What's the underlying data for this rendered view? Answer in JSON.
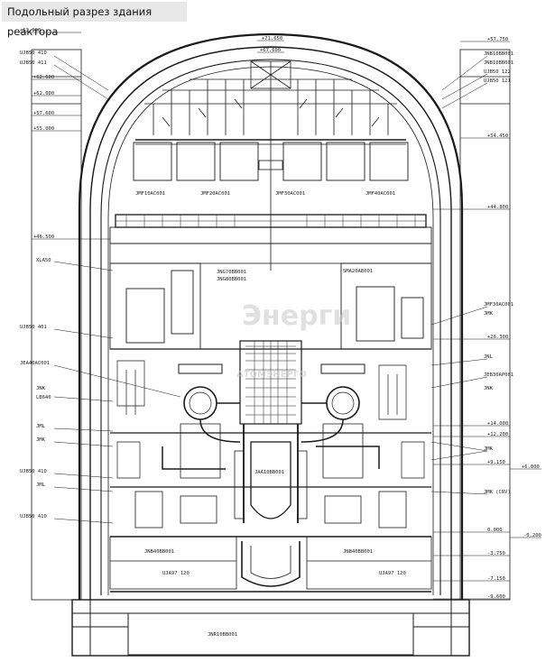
{
  "caption": "Подольный разрез здания реактора",
  "watermark": {
    "brand": "Энерги",
    "sub": "АТОМЭНЕРГО"
  },
  "elevations": {
    "top": "+71.650",
    "apex": "+67.600",
    "r1": "+57.750",
    "r2": "+54.450",
    "r3": "+44.800",
    "r4": "+26.300",
    "r5": "+14.000",
    "r6": "+12.200",
    "r7": "+9.150",
    "r8": "+6.000",
    "r9": "0.000",
    "r10": "-0.200",
    "r11": "-3.750",
    "r12": "-7.150",
    "r13": "-9.600",
    "l1": "+62.600",
    "l2": "+62.000",
    "l3": "+57.600",
    "l4": "+55.000",
    "l5": "+46.500",
    "l6": "+63.600"
  },
  "codes": {
    "left": [
      "UJB50 410",
      "UJB50 411",
      "XLA50",
      "UJB50 401",
      "JEA40AC001",
      "JNK",
      "LB640",
      "JML",
      "JMK",
      "UJB50 410",
      "JML",
      "UJB50 410"
    ],
    "right": [
      "JNB10BB001",
      "JNB10BB001",
      "UJB50 122",
      "UJB50 121",
      "JMF30AC001",
      "JMK",
      "JNL",
      "JEB30AP001",
      "JNK",
      "JMK",
      "JMK (CRV)"
    ],
    "center": [
      "JMF10AC001",
      "JMF20AC001",
      "JMF30AC001",
      "JMF40AC001",
      "SMA20AE001",
      "JNG70BB001",
      "JNG80BB001",
      "JAA10BB001",
      "JNB40BB001",
      "JNB40BB001",
      "UJA97 120",
      "UJA97 120",
      "JNR10BB001"
    ]
  }
}
